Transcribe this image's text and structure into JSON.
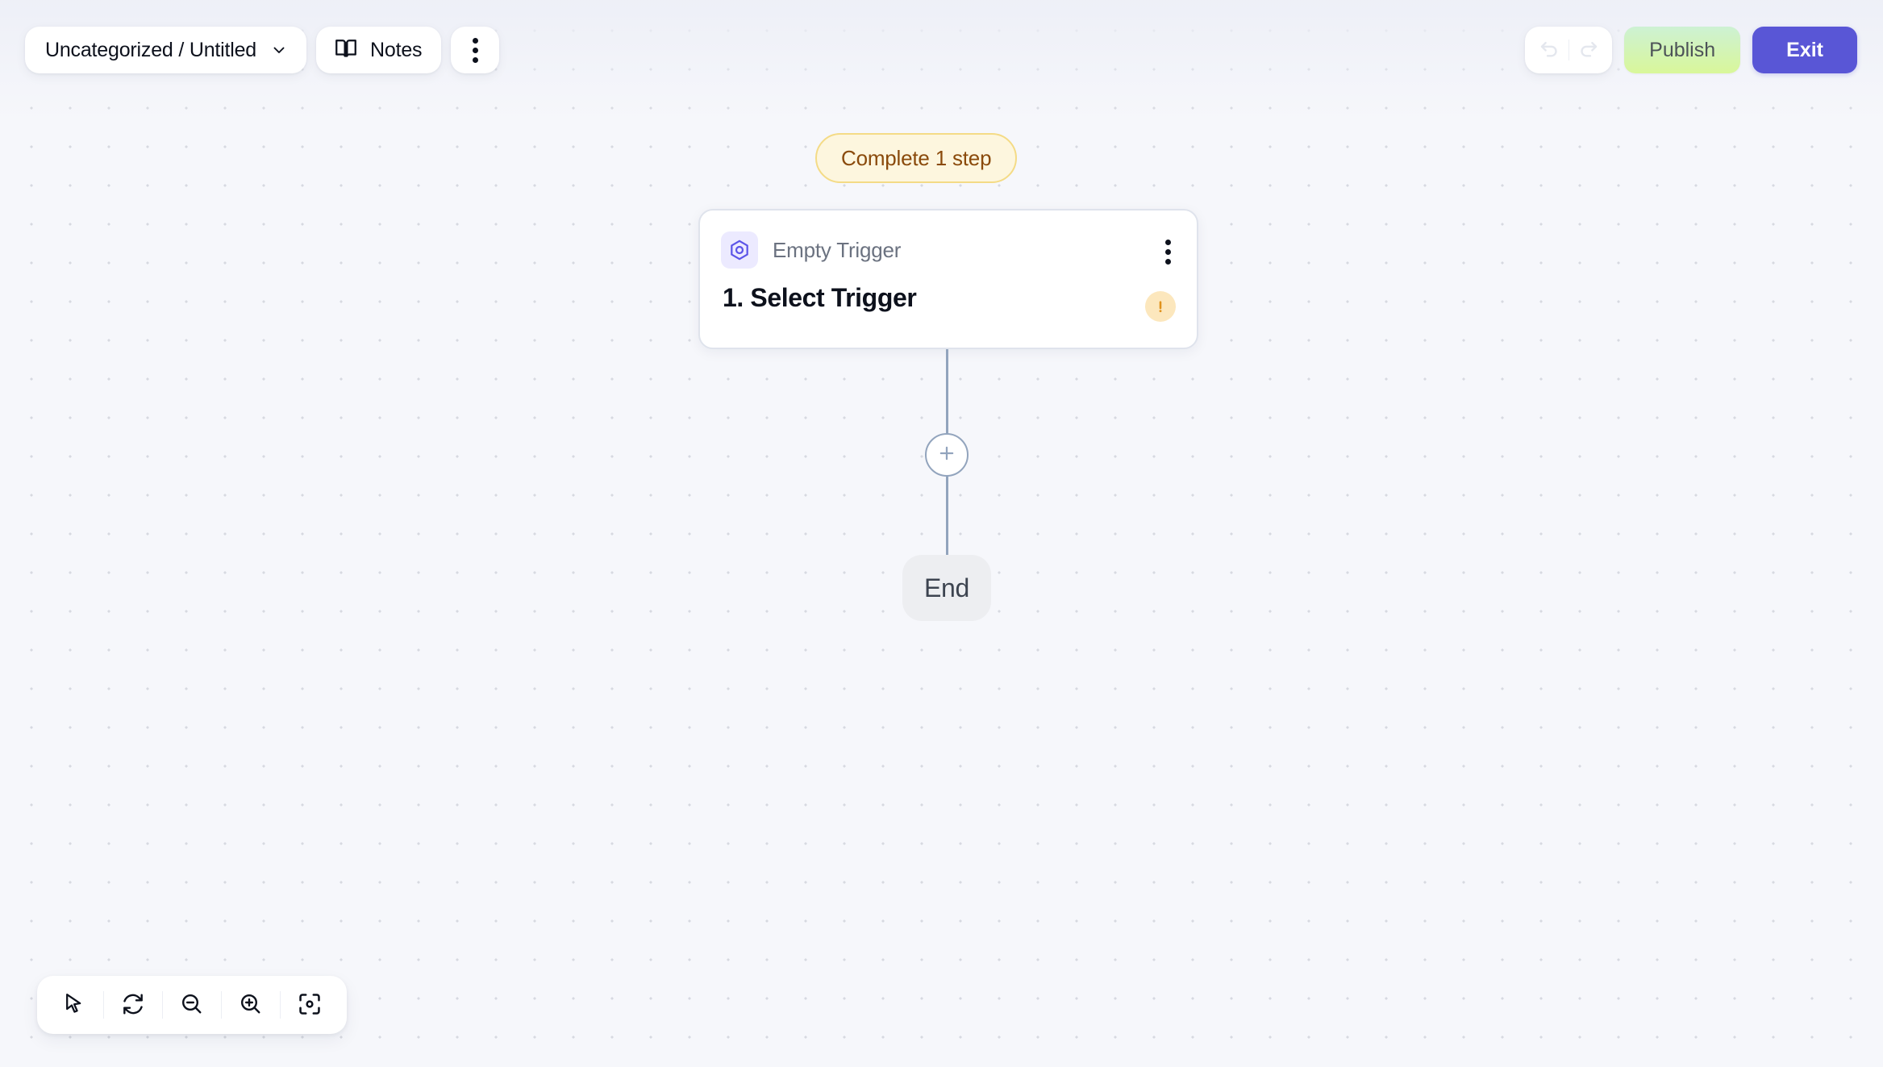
{
  "topbar": {
    "breadcrumb": {
      "label": "Uncategorized / Untitled",
      "icon": "chevron-down-icon"
    },
    "notes": {
      "label": "Notes",
      "icon": "book-icon"
    },
    "more_menu": {
      "icon": "kebab-menu-icon"
    },
    "history": {
      "undo": {
        "icon": "undo-icon",
        "enabled": false
      },
      "redo": {
        "icon": "redo-icon",
        "enabled": false
      }
    },
    "publish_label": "Publish",
    "exit_label": "Exit"
  },
  "canvas": {
    "status_chip": {
      "label": "Complete 1 step",
      "bg": "#fdf6de",
      "border": "#f4db86",
      "text_color": "#8a4a0b"
    },
    "trigger_node": {
      "icon": "hexagon-target-icon",
      "subtitle": "Empty Trigger",
      "title": "1. Select Trigger",
      "menu_icon": "kebab-menu-icon",
      "warning_icon": "warning-exclamation-icon",
      "warning_color": "#e0921d",
      "warning_bg": "#fce7bd",
      "accent": "#5b54e8"
    },
    "add_node_button": {
      "icon": "plus-icon",
      "color": "#92a4bd"
    },
    "end_node": {
      "label": "End",
      "bg": "#edeef1"
    },
    "edge_color": "#92a4bd",
    "background_color": "#f6f7fb",
    "dot_color": "#d7d9e0"
  },
  "bottom_toolbar": {
    "tools": [
      {
        "name": "cursor-select-tool",
        "icon": "cursor-arrow-icon"
      },
      {
        "name": "reset-layout-tool",
        "icon": "refresh-icon"
      },
      {
        "name": "zoom-out-tool",
        "icon": "zoom-out-icon"
      },
      {
        "name": "zoom-in-tool",
        "icon": "zoom-in-icon"
      },
      {
        "name": "fit-view-tool",
        "icon": "fit-frame-icon"
      }
    ]
  }
}
